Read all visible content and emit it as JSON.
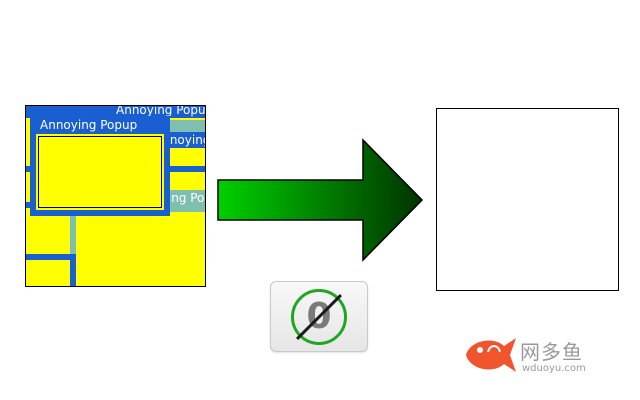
{
  "popups": {
    "title": "Annoying Popup"
  },
  "block_button": {
    "count": "0",
    "icon": "block-popup-icon"
  },
  "watermark": {
    "name": "网多鱼",
    "url": "wduoyu.com"
  },
  "colors": {
    "popup_fill": "#ffff00",
    "popup_blue": "#1a5fd1",
    "popup_teal": "#7fbfb0",
    "arrow_green_start": "#00d000",
    "arrow_green_end": "#003300",
    "icon_green": "#1fa81f",
    "logo_red": "#f0552d"
  }
}
